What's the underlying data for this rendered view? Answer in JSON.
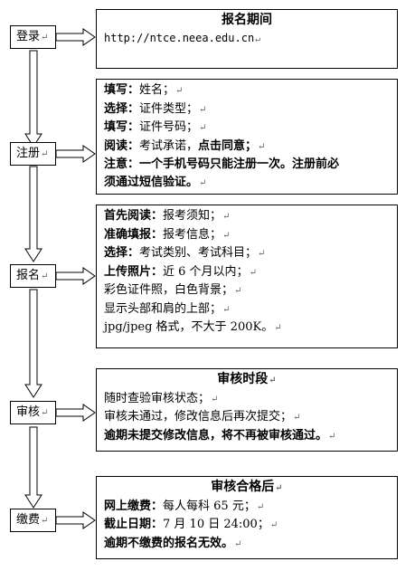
{
  "steps": [
    {
      "label": "登录",
      "mark": "↵"
    },
    {
      "label": "注册",
      "mark": "↵"
    },
    {
      "label": "报名",
      "mark": "↵"
    },
    {
      "label": "审核",
      "mark": "↵"
    },
    {
      "label": "缴费",
      "mark": "↵"
    }
  ],
  "panels": {
    "login": {
      "title": "报名期间",
      "url": "http://ntce.neea.edu.cn",
      "mark": "↵"
    },
    "register": {
      "lines": [
        {
          "bold": "填写：",
          "text": "姓名；",
          "mark": "↵"
        },
        {
          "bold": "选择：",
          "text": "证件类型；",
          "mark": "↵"
        },
        {
          "bold": "填写：",
          "text": "证件号码；",
          "mark": "↵"
        },
        {
          "bold": "阅读：",
          "text": "考试承诺，",
          "bold2": "点击同意；",
          "mark": "↵"
        },
        {
          "bold": "注意：一个手机号码只能注册一次。注册前必",
          "text": "",
          "mark": ""
        },
        {
          "bold": "须通过短信验证。",
          "text": "",
          "mark": "↵"
        }
      ]
    },
    "apply": {
      "lines": [
        {
          "bold": "首先阅读：",
          "text": "报考须知；",
          "mark": "↵"
        },
        {
          "bold": "准确填报：",
          "text": "报考信息；",
          "mark": "↵"
        },
        {
          "bold": "选择：",
          "text": "考试类别、考试科目；",
          "mark": "↵"
        },
        {
          "bold": "上传照片：",
          "text": "近 6 个月以内；",
          "mark": "↵"
        },
        {
          "bold": "",
          "text": "彩色证件照，白色背景；",
          "mark": "↵"
        },
        {
          "bold": "",
          "text": "显示头部和肩的上部；",
          "mark": "↵"
        },
        {
          "bold": "",
          "text": "jpg/jpeg 格式，不大于 200K。",
          "mark": "↵"
        }
      ]
    },
    "review": {
      "title": "审核时段",
      "mark": "↵",
      "lines": [
        {
          "bold": "",
          "text": "随时查验审核状态；",
          "mark": "↵"
        },
        {
          "bold": "",
          "text": "审核未通过，修改信息后再次提交；",
          "mark": "↵"
        },
        {
          "bold": "逾期未提交修改信息，将不再被审核通过。",
          "text": "",
          "mark": "↵"
        }
      ]
    },
    "payment": {
      "title": "审核合格后",
      "mark": "↵",
      "lines": [
        {
          "bold": "网上缴费：",
          "text": "每人每科 65 元；",
          "mark": "↵"
        },
        {
          "bold": "截止日期：",
          "text": "7 月 10 日 24:00；",
          "mark": "↵"
        },
        {
          "bold": "逾期不缴费的报名无效。",
          "text": "",
          "mark": "↵"
        }
      ]
    }
  }
}
